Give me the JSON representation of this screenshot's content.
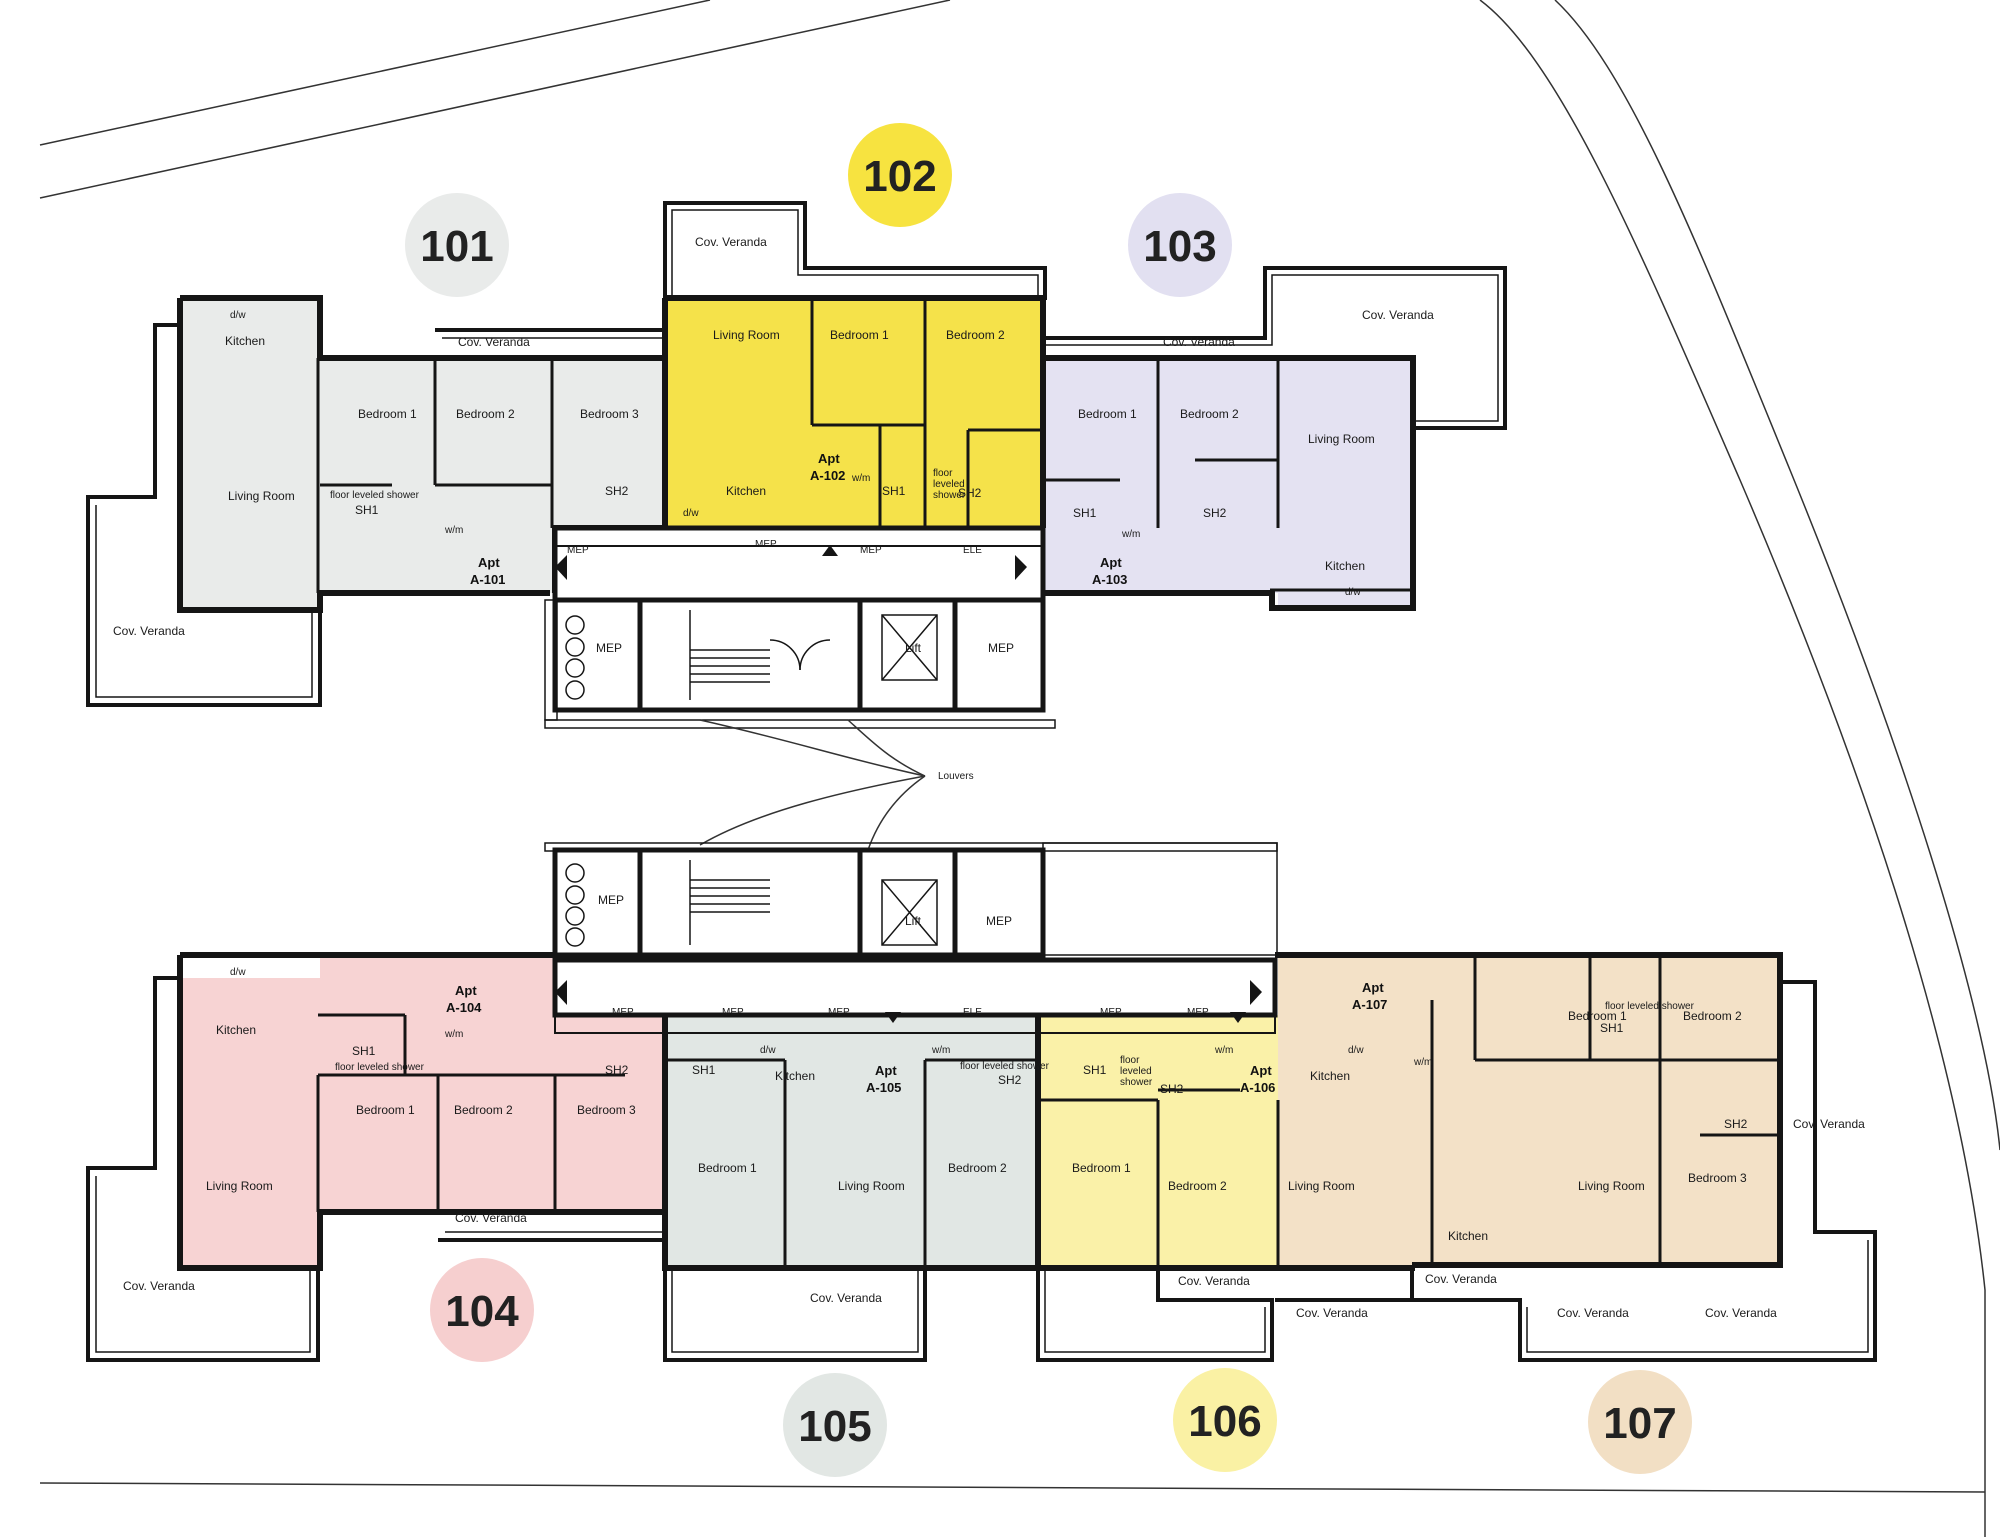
{
  "colors": {
    "apt101": "#e9ebea",
    "apt102": "#f5e24a",
    "apt103": "#e4e2f2",
    "apt104": "#f7d3d3",
    "apt105": "#e1e7e4",
    "apt106": "#faf1a8",
    "apt107": "#f3e1c7",
    "wall": "#151515"
  },
  "units": [
    {
      "number": "101",
      "color": "#e9ebea"
    },
    {
      "number": "102",
      "color": "#f7e340"
    },
    {
      "number": "103",
      "color": "#e2e0f1"
    },
    {
      "number": "104",
      "color": "#f6cfcf"
    },
    {
      "number": "105",
      "color": "#e2e7e4"
    },
    {
      "number": "106",
      "color": "#faf1a4"
    },
    {
      "number": "107",
      "color": "#f2dfc4"
    }
  ],
  "apartments": {
    "a101": {
      "apt": "Apt",
      "code": "A-101"
    },
    "a102": {
      "apt": "Apt",
      "code": "A-102"
    },
    "a103": {
      "apt": "Apt",
      "code": "A-103"
    },
    "a104": {
      "apt": "Apt",
      "code": "A-104"
    },
    "a105": {
      "apt": "Apt",
      "code": "A-105"
    },
    "a106": {
      "apt": "Apt",
      "code": "A-106"
    },
    "a107": {
      "apt": "Apt",
      "code": "A-107"
    }
  },
  "rooms": {
    "kitchen": "Kitchen",
    "living_room": "Living Room",
    "bedroom_1": "Bedroom 1",
    "bedroom_2": "Bedroom 2",
    "bedroom_3": "Bedroom 3",
    "sh1": "SH1",
    "sh2": "SH2",
    "wm": "w/m",
    "dw": "d/w",
    "cov_veranda": "Cov. Veranda",
    "mep": "MEP",
    "ele": "ELE",
    "lift": "Lift",
    "floor_leveled_shower": "floor leveled shower",
    "floor": "floor",
    "leveled": "leveled",
    "shower": "shower",
    "louvers": "Louvers"
  }
}
